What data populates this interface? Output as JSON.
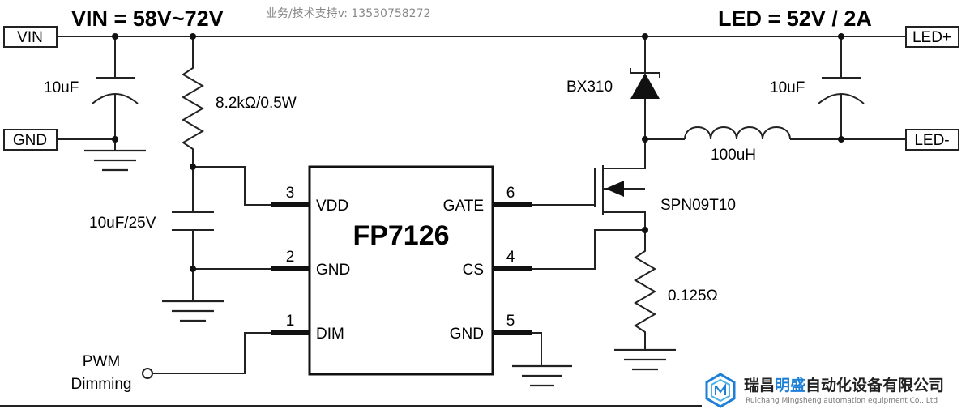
{
  "header": {
    "vin_range": "VIN = 58V~72V",
    "led_spec": "LED = 52V / 2A",
    "support_note": "业务/技术支持v: 13530758272"
  },
  "terminals": {
    "vin": "VIN",
    "gnd": "GND",
    "led_plus": "LED+",
    "led_minus": "LED-"
  },
  "components": {
    "cap_in": "10uF",
    "resistor_vdd": "8.2kΩ/0.5W",
    "cap_vdd": "10uF/25V",
    "diode": "BX310",
    "cap_out": "10uF",
    "inductor": "100uH",
    "mosfet": "SPN09T10",
    "sense_resistor": "0.125Ω",
    "pwm_line1": "PWM",
    "pwm_line2": "Dimming"
  },
  "chip": {
    "name": "FP7126",
    "pins": [
      {
        "num": "3",
        "name": "VDD"
      },
      {
        "num": "2",
        "name": "GND"
      },
      {
        "num": "1",
        "name": "DIM"
      },
      {
        "num": "6",
        "name": "GATE"
      },
      {
        "num": "4",
        "name": "CS"
      },
      {
        "num": "5",
        "name": "GND"
      }
    ]
  },
  "company": {
    "name_part1": "瑞昌",
    "name_accent": "明盛",
    "name_part2": "自动化设备有限公司",
    "name_en": "Ruichang Mingsheng automation equipment Co., Ltd",
    "accent_color": "#1e7fd6"
  }
}
